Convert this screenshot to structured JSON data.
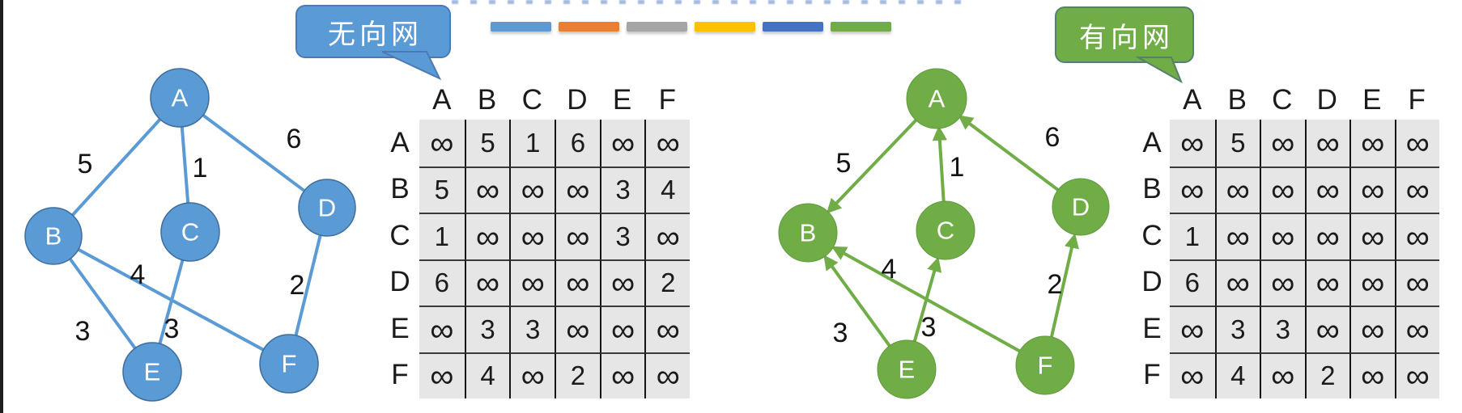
{
  "top": {
    "legend_bars": [
      {
        "name": "light-blue",
        "color": "#5B9BD5"
      },
      {
        "name": "orange",
        "color": "#ED7D31"
      },
      {
        "name": "gray",
        "color": "#A5A5A5"
      },
      {
        "name": "yellow",
        "color": "#FFC000"
      },
      {
        "name": "dark-blue",
        "color": "#4472C4"
      },
      {
        "name": "green",
        "color": "#70AD47"
      }
    ]
  },
  "undirected": {
    "callout_label": "无向网",
    "accent_color": "#5B9BD5",
    "nodes": [
      {
        "label": "A"
      },
      {
        "label": "B"
      },
      {
        "label": "C"
      },
      {
        "label": "D"
      },
      {
        "label": "E"
      },
      {
        "label": "F"
      }
    ],
    "edges": [
      {
        "from": "A",
        "to": "B",
        "weight": "5"
      },
      {
        "from": "A",
        "to": "C",
        "weight": "1"
      },
      {
        "from": "A",
        "to": "D",
        "weight": "6"
      },
      {
        "from": "B",
        "to": "E",
        "weight": "3"
      },
      {
        "from": "B",
        "to": "F",
        "weight": "4"
      },
      {
        "from": "C",
        "to": "E",
        "weight": "3"
      },
      {
        "from": "D",
        "to": "F",
        "weight": "2"
      }
    ],
    "matrix": {
      "col_headers": [
        "A",
        "B",
        "C",
        "D",
        "E",
        "F"
      ],
      "rows": [
        {
          "label": "A",
          "values": [
            "∞",
            "5",
            "1",
            "6",
            "∞",
            "∞"
          ]
        },
        {
          "label": "B",
          "values": [
            "5",
            "∞",
            "∞",
            "∞",
            "3",
            "4"
          ]
        },
        {
          "label": "C",
          "values": [
            "1",
            "∞",
            "∞",
            "∞",
            "3",
            "∞"
          ]
        },
        {
          "label": "D",
          "values": [
            "6",
            "∞",
            "∞",
            "∞",
            "∞",
            "2"
          ]
        },
        {
          "label": "E",
          "values": [
            "∞",
            "3",
            "3",
            "∞",
            "∞",
            "∞"
          ]
        },
        {
          "label": "F",
          "values": [
            "∞",
            "4",
            "∞",
            "2",
            "∞",
            "∞"
          ]
        }
      ]
    }
  },
  "directed": {
    "callout_label": "有向网",
    "accent_color": "#70AD47",
    "nodes": [
      {
        "label": "A"
      },
      {
        "label": "B"
      },
      {
        "label": "C"
      },
      {
        "label": "D"
      },
      {
        "label": "E"
      },
      {
        "label": "F"
      }
    ],
    "edges": [
      {
        "from": "A",
        "to": "B",
        "weight": "5"
      },
      {
        "from": "C",
        "to": "A",
        "weight": "1"
      },
      {
        "from": "D",
        "to": "A",
        "weight": "6"
      },
      {
        "from": "E",
        "to": "B",
        "weight": "3"
      },
      {
        "from": "E",
        "to": "C",
        "weight": "3"
      },
      {
        "from": "F",
        "to": "B",
        "weight": "4"
      },
      {
        "from": "F",
        "to": "D",
        "weight": "2"
      }
    ],
    "matrix": {
      "col_headers": [
        "A",
        "B",
        "C",
        "D",
        "E",
        "F"
      ],
      "rows": [
        {
          "label": "A",
          "values": [
            "∞",
            "5",
            "∞",
            "∞",
            "∞",
            "∞"
          ]
        },
        {
          "label": "B",
          "values": [
            "∞",
            "∞",
            "∞",
            "∞",
            "∞",
            "∞"
          ]
        },
        {
          "label": "C",
          "values": [
            "1",
            "∞",
            "∞",
            "∞",
            "∞",
            "∞"
          ]
        },
        {
          "label": "D",
          "values": [
            "6",
            "∞",
            "∞",
            "∞",
            "∞",
            "∞"
          ]
        },
        {
          "label": "E",
          "values": [
            "∞",
            "3",
            "3",
            "∞",
            "∞",
            "∞"
          ]
        },
        {
          "label": "F",
          "values": [
            "∞",
            "4",
            "∞",
            "2",
            "∞",
            "∞"
          ]
        }
      ]
    }
  }
}
